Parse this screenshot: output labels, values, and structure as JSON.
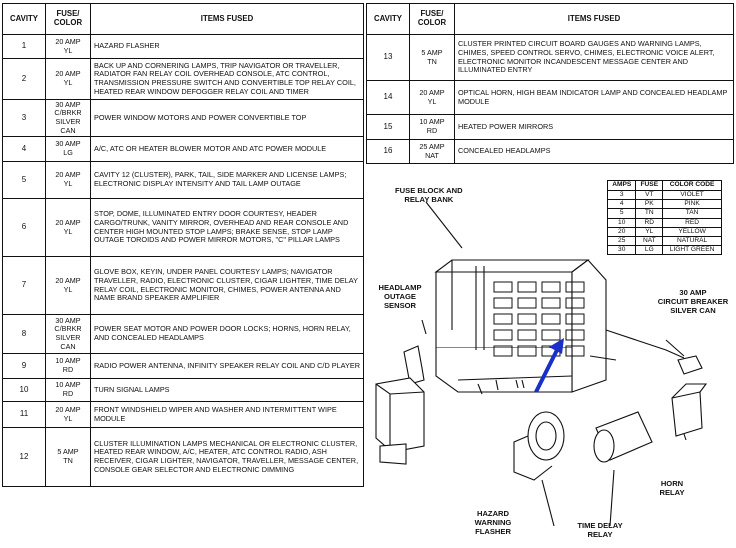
{
  "headers": {
    "cavity": "CAVITY",
    "fuse_color": "FUSE/\nCOLOR",
    "items_fused": "ITEMS FUSED"
  },
  "left_rows": [
    {
      "cavity": "1",
      "fuse": "20 AMP\nYL",
      "items": "HAZARD FLASHER"
    },
    {
      "cavity": "2",
      "fuse": "20 AMP\nYL",
      "items": "BACK UP AND CORNERING LAMPS, TRIP NAVIGATOR OR TRAVELLER, RADIATOR FAN RELAY COIL OVERHEAD CONSOLE, ATC CONTROL, TRANSMISSION PRESSURE SWITCH AND CONVERTIBLE TOP RELAY COIL, HEATED REAR WINDOW DEFOGGER RELAY COIL AND TIMER"
    },
    {
      "cavity": "3",
      "fuse": "30 AMP\nC/BRKR\nSILVER\nCAN",
      "items": "POWER WINDOW MOTORS AND POWER CONVERTIBLE TOP"
    },
    {
      "cavity": "4",
      "fuse": "30 AMP\nLG",
      "items": "A/C, ATC OR HEATER BLOWER MOTOR AND ATC POWER MODULE"
    },
    {
      "cavity": "5",
      "fuse": "20 AMP\nYL",
      "items": "CAVITY 12 (CLUSTER), PARK, TAIL, SIDE MARKER AND LICENSE LAMPS; ELECTRONIC DISPLAY INTENSITY AND TAIL LAMP OUTAGE"
    },
    {
      "cavity": "6",
      "fuse": "20 AMP\nYL",
      "items": "STOP, DOME, ILLUMINATED ENTRY DOOR COURTESY, HEADER CARGO/TRUNK, VANITY MIRROR, OVERHEAD AND REAR CONSOLE AND CENTER HIGH MOUNTED STOP LAMPS; BRAKE SENSE, STOP LAMP OUTAGE TOROIDS AND POWER MIRROR MOTORS, \"C\" PILLAR LAMPS"
    },
    {
      "cavity": "7",
      "fuse": "20 AMP\nYL",
      "items": "GLOVE BOX, KEYIN, UNDER PANEL COURTESY LAMPS; NAVIGATOR TRAVELLER, RADIO, ELECTRONIC CLUSTER, CIGAR LIGHTER, TIME DELAY RELAY COIL, ELECTRONIC MONITOR, CHIMES, POWER ANTENNA AND NAME BRAND SPEAKER AMPLIFIER"
    },
    {
      "cavity": "8",
      "fuse": "30 AMP\nC/BRKR\nSILVER\nCAN",
      "items": "POWER SEAT MOTOR AND POWER DOOR LOCKS; HORNS, HORN RELAY, AND CONCEALED HEADLAMPS"
    },
    {
      "cavity": "9",
      "fuse": "10 AMP\nRD",
      "items": "RADIO POWER ANTENNA, INFINITY SPEAKER RELAY COIL AND C/D PLAYER"
    },
    {
      "cavity": "10",
      "fuse": "10 AMP\nRD",
      "items": "TURN SIGNAL LAMPS"
    },
    {
      "cavity": "11",
      "fuse": "20 AMP\nYL",
      "items": "FRONT WINDSHIELD WIPER AND WASHER AND INTERMITTENT WIPE MODULE"
    },
    {
      "cavity": "12",
      "fuse": "5 AMP\nTN",
      "items": "CLUSTER ILLUMINATION LAMPS MECHANICAL OR ELECTRONIC CLUSTER, HEATED REAR WINDOW, A/C, HEATER, ATC CONTROL RADIO, ASH RECEIVER, CIGAR LIGHTER, NAVIGATOR, TRAVELLER, MESSAGE CENTER, CONSOLE GEAR SELECTOR AND ELECTRONIC DIMMING"
    }
  ],
  "right_rows": [
    {
      "cavity": "13",
      "fuse": "5 AMP\nTN",
      "items": "CLUSTER PRINTED CIRCUIT BOARD GAUGES AND WARNING LAMPS, CHIMES, SPEED CONTROL SERVO, CHIMES, ELECTRONIC VOICE ALERT, ELECTRONIC MONITOR INCANDESCENT MESSAGE CENTER AND ILLUMINATED ENTRY"
    },
    {
      "cavity": "14",
      "fuse": "20 AMP\nYL",
      "items": "OPTICAL HORN, HIGH BEAM INDICATOR LAMP AND CONCEALED HEADLAMP MODULE"
    },
    {
      "cavity": "15",
      "fuse": "10 AMP\nRD",
      "items": "HEATED POWER MIRRORS"
    },
    {
      "cavity": "16",
      "fuse": "25 AMP\nNAT",
      "items": "CONCEALED HEADLAMPS"
    }
  ],
  "color_code": {
    "headers": [
      "AMPS",
      "FUSE",
      "COLOR CODE"
    ],
    "rows": [
      [
        "3",
        "VT",
        "VIOLET"
      ],
      [
        "4",
        "PK",
        "PINK"
      ],
      [
        "5",
        "TN",
        "TAN"
      ],
      [
        "10",
        "RD",
        "RED"
      ],
      [
        "20",
        "YL",
        "YELLOW"
      ],
      [
        "25",
        "NAT",
        "NATURAL"
      ],
      [
        "30",
        "LG",
        "LIGHT GREEN"
      ]
    ]
  },
  "labels": {
    "fuse_block": "FUSE BLOCK AND\nRELAY BANK",
    "headlamp": "HEADLAMP\nOUTAGE\nSENSOR",
    "breaker": "30 AMP\nCIRCUIT BREAKER\nSILVER CAN",
    "hazard": "HAZARD\nWARNING\nFLASHER",
    "time_delay": "TIME DELAY\nRELAY",
    "horn": "HORN\nRELAY"
  },
  "colors": {
    "arrow": "#1a2fc8",
    "ink": "#111111"
  }
}
